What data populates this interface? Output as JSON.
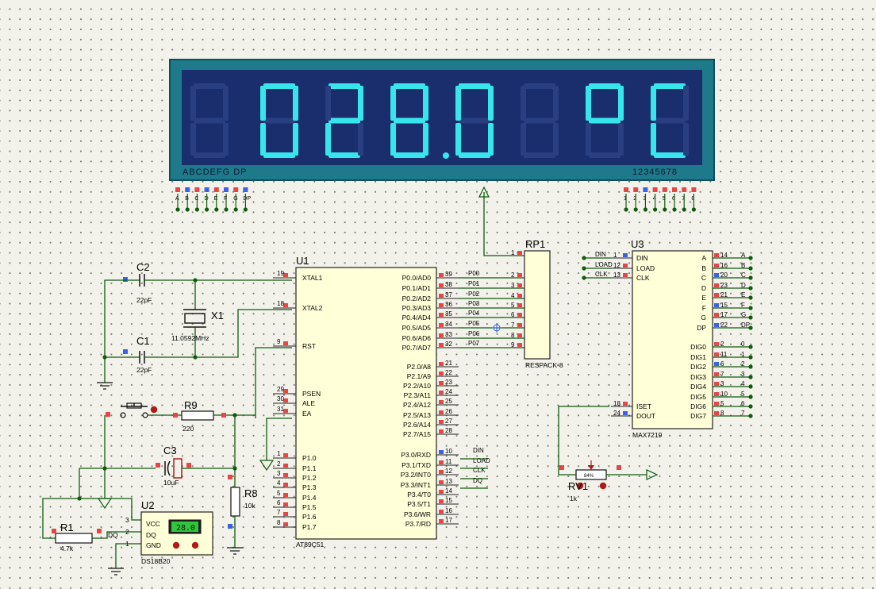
{
  "display": {
    "digits": [
      "0",
      "2",
      "8",
      "0",
      "°",
      "C"
    ],
    "readout": "028.0 °C",
    "left_caption": "ABCDEFG  DP",
    "right_caption": "12345678",
    "seg_pins": [
      "A",
      "B",
      "C",
      "D",
      "E",
      "F",
      "G",
      "DP"
    ],
    "digit_pins": [
      "1",
      "2",
      "3",
      "4",
      "5",
      "6",
      "7",
      "8"
    ]
  },
  "u1": {
    "ref": "U1",
    "part": "AT89C51",
    "left_pins": [
      {
        "num": "19",
        "name": "XTAL1"
      },
      {
        "num": "18",
        "name": "XTAL2"
      },
      {
        "num": "9",
        "name": "RST"
      },
      {
        "num": "29",
        "name": "PSEN"
      },
      {
        "num": "30",
        "name": "ALE"
      },
      {
        "num": "31",
        "name": "EA"
      },
      {
        "num": "1",
        "name": "P1.0"
      },
      {
        "num": "2",
        "name": "P1.1"
      },
      {
        "num": "3",
        "name": "P1.2"
      },
      {
        "num": "4",
        "name": "P1.3"
      },
      {
        "num": "5",
        "name": "P1.4"
      },
      {
        "num": "6",
        "name": "P1.5"
      },
      {
        "num": "7",
        "name": "P1.6"
      },
      {
        "num": "8",
        "name": "P1.7"
      }
    ],
    "right_pins": [
      {
        "num": "39",
        "name": "P0.0/AD0",
        "net": "P00"
      },
      {
        "num": "38",
        "name": "P0.1/AD1",
        "net": "P01"
      },
      {
        "num": "37",
        "name": "P0.2/AD2",
        "net": "P02"
      },
      {
        "num": "36",
        "name": "P0.3/AD3",
        "net": "P03"
      },
      {
        "num": "35",
        "name": "P0.4/AD4",
        "net": "P04"
      },
      {
        "num": "34",
        "name": "P0.5/AD5",
        "net": "P05"
      },
      {
        "num": "33",
        "name": "P0.6/AD6",
        "net": "P06"
      },
      {
        "num": "32",
        "name": "P0.7/AD7",
        "net": "P07"
      },
      {
        "num": "21",
        "name": "P2.0/A8",
        "net": ""
      },
      {
        "num": "22",
        "name": "P2.1/A9",
        "net": ""
      },
      {
        "num": "23",
        "name": "P2.2/A10",
        "net": ""
      },
      {
        "num": "24",
        "name": "P2.3/A11",
        "net": ""
      },
      {
        "num": "25",
        "name": "P2.4/A12",
        "net": ""
      },
      {
        "num": "26",
        "name": "P2.5/A13",
        "net": ""
      },
      {
        "num": "27",
        "name": "P2.6/A14",
        "net": ""
      },
      {
        "num": "28",
        "name": "P2.7/A15",
        "net": ""
      },
      {
        "num": "10",
        "name": "P3.0/RXD",
        "net": "DIN"
      },
      {
        "num": "11",
        "name": "P3.1/TXD",
        "net": "LOAD"
      },
      {
        "num": "12",
        "name": "P3.2/INT0",
        "net": "CLK"
      },
      {
        "num": "13",
        "name": "P3.3/INT1",
        "net": "DQ"
      },
      {
        "num": "14",
        "name": "P3.4/T0",
        "net": ""
      },
      {
        "num": "15",
        "name": "P3.5/T1",
        "net": ""
      },
      {
        "num": "16",
        "name": "P3.6/WR",
        "net": ""
      },
      {
        "num": "17",
        "name": "P3.7/RD",
        "net": ""
      }
    ]
  },
  "rp1": {
    "ref": "RP1",
    "part": "RESPACK-8",
    "pins": [
      "1",
      "2",
      "3",
      "4",
      "5",
      "6",
      "7",
      "8",
      "9"
    ]
  },
  "u3": {
    "ref": "U3",
    "part": "MAX7219",
    "left_pins": [
      {
        "num": "1",
        "name": "DIN",
        "net": "DIN"
      },
      {
        "num": "12",
        "name": "LOAD",
        "net": "LOAD"
      },
      {
        "num": "13",
        "name": "CLK",
        "net": "CLK"
      },
      {
        "num": "18",
        "name": "ISET",
        "net": ""
      },
      {
        "num": "24",
        "name": "DOUT",
        "net": ""
      }
    ],
    "right_pins": [
      {
        "num": "14",
        "name": "A",
        "net": "A"
      },
      {
        "num": "16",
        "name": "B",
        "net": "B"
      },
      {
        "num": "20",
        "name": "C",
        "net": "C"
      },
      {
        "num": "23",
        "name": "D",
        "net": "D"
      },
      {
        "num": "21",
        "name": "E",
        "net": "E"
      },
      {
        "num": "15",
        "name": "F",
        "net": "F"
      },
      {
        "num": "17",
        "name": "G",
        "net": "G"
      },
      {
        "num": "22",
        "name": "DP",
        "net": "DP"
      },
      {
        "num": "2",
        "name": "DIG0",
        "net": "0"
      },
      {
        "num": "11",
        "name": "DIG1",
        "net": "1"
      },
      {
        "num": "6",
        "name": "DIG2",
        "net": "2"
      },
      {
        "num": "7",
        "name": "DIG3",
        "net": "3"
      },
      {
        "num": "3",
        "name": "DIG4",
        "net": "4"
      },
      {
        "num": "10",
        "name": "DIG5",
        "net": "5"
      },
      {
        "num": "5",
        "name": "DIG6",
        "net": "6"
      },
      {
        "num": "8",
        "name": "DIG7",
        "net": "7"
      }
    ]
  },
  "parts": {
    "c2": {
      "ref": "C2",
      "value": "22pF"
    },
    "c1": {
      "ref": "C1",
      "value": "22pF"
    },
    "x1": {
      "ref": "X1",
      "value": "11.0592MHz"
    },
    "c3": {
      "ref": "C3",
      "value": "10uF"
    },
    "r9": {
      "ref": "R9",
      "value": "220"
    },
    "r8": {
      "ref": "R8",
      "value": "10k"
    },
    "r1": {
      "ref": "R1",
      "value": "4.7k"
    },
    "rv1": {
      "ref": "RV1",
      "value": "1k",
      "wiper": "84%"
    },
    "u2": {
      "ref": "U2",
      "part": "DS18B20",
      "lcd": "28.0",
      "pins": [
        {
          "num": "3",
          "name": "VCC"
        },
        {
          "num": "2",
          "name": "DQ"
        },
        {
          "num": "1",
          "name": "GND"
        }
      ]
    },
    "dq_label": "DQ"
  },
  "colors": {
    "display_frame": "#1e7a8a",
    "display_bg": "#1a2e6e",
    "segment_on": "#37e6ec",
    "wire": "#0f5a0f"
  }
}
